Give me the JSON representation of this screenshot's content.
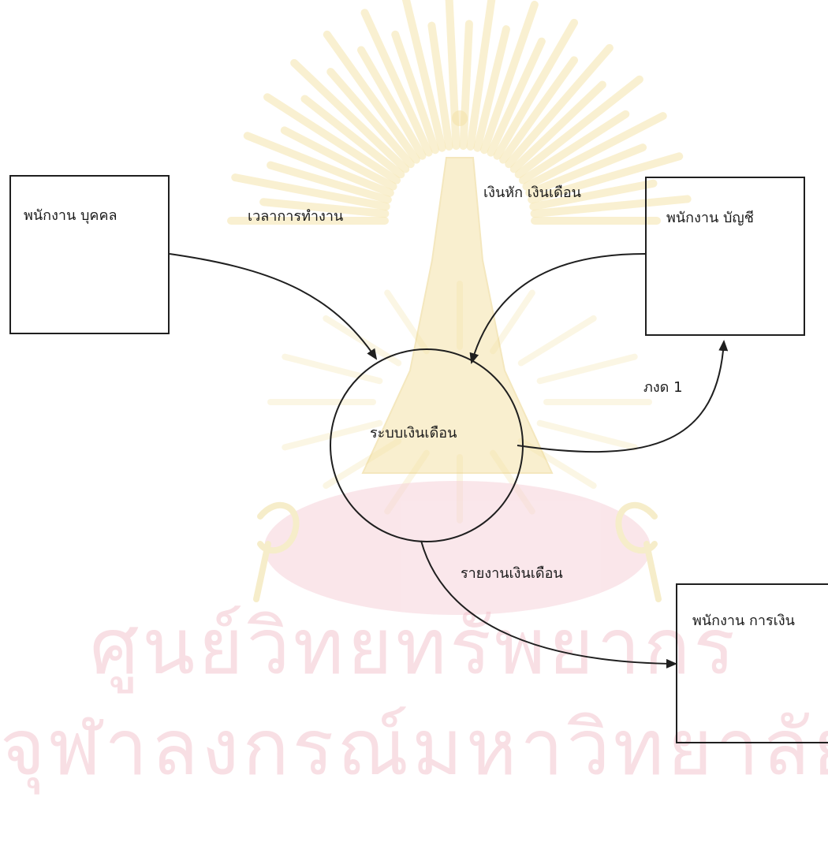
{
  "watermark": {
    "emblem": "chulalongkorn-university-emblem",
    "line1": "ศูนย์วิทยทรัพยากร",
    "line2": "จุฬาลงกรณ์มหาวิทยาลัย",
    "color": "#f3c5cf"
  },
  "diagram": {
    "entities": {
      "hr_staff": "พนักงาน บุคคล",
      "accounting_staff": "พนักงาน บัญชี",
      "finance_staff": "พนักงาน การเงิน"
    },
    "process": {
      "label": "ระบบเงินเดือน"
    },
    "flows": {
      "work_time": "เวลาการทำงาน",
      "deduction_salary": "เงินหัก เงินเดือน",
      "tax_form": "ภงด 1",
      "salary_report": "รายงานเงินเดือน"
    },
    "line_color": "#1f1f1f"
  }
}
